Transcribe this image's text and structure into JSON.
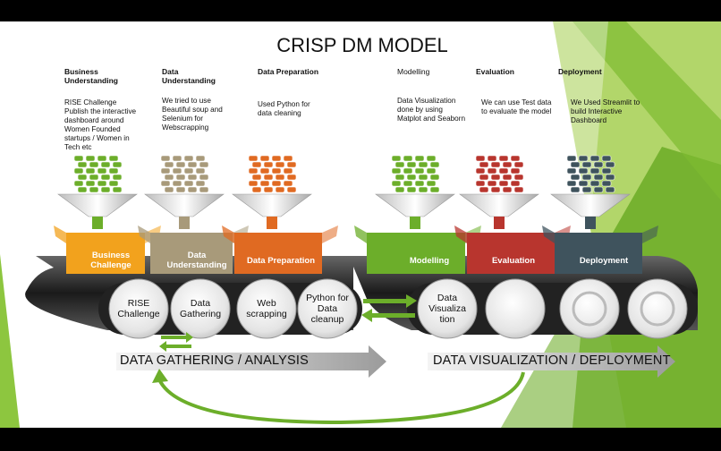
{
  "title": "CRISP DM MODEL",
  "phases": [
    {
      "header": "Business Understanding",
      "desc": "RISE Challenge Publish the interactive dashboard around Women Founded startups / Women in Tech etc",
      "box": "Business Challenge"
    },
    {
      "header": "Data Understanding",
      "desc": "We tried to use Beautiful soup and Selenium for Webscrapping",
      "box": "Data Understanding"
    },
    {
      "header": "Data Preparation",
      "desc": "Used Python for data cleaning",
      "box": "Data Preparation"
    },
    {
      "header": "Modelling",
      "desc": "Data Visualization done by using Matplot and Seaborn",
      "box": "Modelling"
    },
    {
      "header": "Evaluation",
      "desc": "We can use Test data to evaluate the model",
      "box": "Evaluation"
    },
    {
      "header": "Deployment",
      "desc": "We Used Streamlit to build Interactive Dashboard",
      "box": "Deployment"
    }
  ],
  "rollers_left": [
    "RISE Challenge",
    "Data Gathering",
    "Web scrapping",
    "Python for Data cleanup"
  ],
  "rollers_right": [
    "Data Visualiza tion",
    "",
    "",
    ""
  ],
  "bands": {
    "left": "DATA GATHERING / ANALYSIS",
    "right": "DATA VISUALIZATION / DEPLOYMENT"
  },
  "colors": {
    "green": "#6cae2a",
    "tan": "#a89a7a",
    "orange": "#e06a22",
    "red": "#b8352e",
    "slate": "#3f535d",
    "accent_green": "#8dc63f"
  }
}
